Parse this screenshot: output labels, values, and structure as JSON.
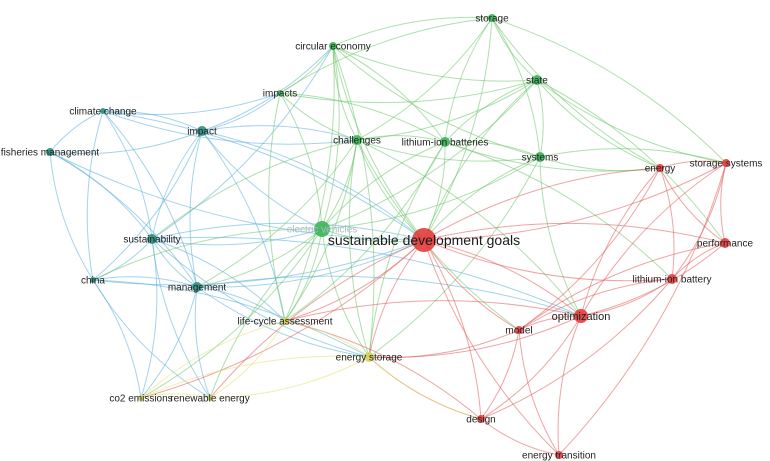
{
  "colors": {
    "blue": "#5aaedb",
    "blue_node": "#2a8f7f",
    "green": "#6cc46a",
    "green_node": "#3cb55a",
    "red": "#e35a5a",
    "red_node": "#e33c3c",
    "yellow": "#e3e06a",
    "yellow_node": "#d6d45a",
    "background": "#ffffff"
  },
  "nodes": [
    {
      "id": "climate-change",
      "label": "climate change",
      "cluster": "blue"
    },
    {
      "id": "impact",
      "label": "impact",
      "cluster": "blue"
    },
    {
      "id": "fisheries-management",
      "label": "fisheries management",
      "cluster": "blue"
    },
    {
      "id": "sustainability",
      "label": "sustainability",
      "cluster": "blue"
    },
    {
      "id": "china",
      "label": "china",
      "cluster": "blue"
    },
    {
      "id": "management",
      "label": "management",
      "cluster": "blue"
    },
    {
      "id": "storage",
      "label": "storage",
      "cluster": "green"
    },
    {
      "id": "circular-economy",
      "label": "circular economy",
      "cluster": "green"
    },
    {
      "id": "impacts",
      "label": "impacts",
      "cluster": "green"
    },
    {
      "id": "state",
      "label": "state",
      "cluster": "green"
    },
    {
      "id": "challenges",
      "label": "challenges",
      "cluster": "green"
    },
    {
      "id": "lithium-ion-batteries",
      "label": "lithium-ion batteries",
      "cluster": "green"
    },
    {
      "id": "systems",
      "label": "systems",
      "cluster": "green"
    },
    {
      "id": "electric-vehicles",
      "label": "electric vehicles",
      "cluster": "green"
    },
    {
      "id": "sustainable-development-goals",
      "label": "sustainable development goals",
      "cluster": "red"
    },
    {
      "id": "energy",
      "label": "energy",
      "cluster": "red"
    },
    {
      "id": "storage-systems",
      "label": "storage systems",
      "cluster": "red"
    },
    {
      "id": "performance",
      "label": "performance",
      "cluster": "red"
    },
    {
      "id": "lithium-ion-battery",
      "label": "lithium-ion battery",
      "cluster": "red"
    },
    {
      "id": "optimization",
      "label": "optimization",
      "cluster": "red"
    },
    {
      "id": "model",
      "label": "model",
      "cluster": "red"
    },
    {
      "id": "design",
      "label": "design",
      "cluster": "red"
    },
    {
      "id": "energy-transition",
      "label": "energy transition",
      "cluster": "red"
    },
    {
      "id": "life-cycle-assessment",
      "label": "life-cycle assessment",
      "cluster": "yellow"
    },
    {
      "id": "energy-storage",
      "label": "energy storage",
      "cluster": "yellow"
    },
    {
      "id": "co2-emissions",
      "label": "co2 emissions",
      "cluster": "yellow"
    },
    {
      "id": "renewable-energy",
      "label": "renewable energy",
      "cluster": "yellow"
    }
  ],
  "edges": [
    [
      "climate-change",
      "impact"
    ],
    [
      "climate-change",
      "fisheries-management"
    ],
    [
      "climate-change",
      "sustainability"
    ],
    [
      "climate-change",
      "china"
    ],
    [
      "climate-change",
      "management"
    ],
    [
      "climate-change",
      "impacts"
    ],
    [
      "climate-change",
      "sustainable-development-goals"
    ],
    [
      "climate-change",
      "challenges"
    ],
    [
      "impact",
      "fisheries-management"
    ],
    [
      "impact",
      "sustainability"
    ],
    [
      "impact",
      "china"
    ],
    [
      "impact",
      "management"
    ],
    [
      "impact",
      "sustainable-development-goals"
    ],
    [
      "impact",
      "impacts"
    ],
    [
      "impact",
      "challenges"
    ],
    [
      "impact",
      "circular-economy"
    ],
    [
      "impact",
      "life-cycle-assessment"
    ],
    [
      "impact",
      "electric-vehicles"
    ],
    [
      "fisheries-management",
      "sustainability"
    ],
    [
      "fisheries-management",
      "china"
    ],
    [
      "fisheries-management",
      "management"
    ],
    [
      "fisheries-management",
      "sustainable-development-goals"
    ],
    [
      "sustainability",
      "china"
    ],
    [
      "sustainability",
      "management"
    ],
    [
      "sustainability",
      "sustainable-development-goals"
    ],
    [
      "sustainability",
      "electric-vehicles"
    ],
    [
      "sustainability",
      "life-cycle-assessment"
    ],
    [
      "sustainability",
      "energy-storage"
    ],
    [
      "sustainability",
      "co2-emissions"
    ],
    [
      "sustainability",
      "renewable-energy"
    ],
    [
      "sustainability",
      "optimization"
    ],
    [
      "sustainability",
      "circular-economy"
    ],
    [
      "china",
      "management"
    ],
    [
      "china",
      "sustainable-development-goals"
    ],
    [
      "china",
      "co2-emissions"
    ],
    [
      "china",
      "renewable-energy"
    ],
    [
      "china",
      "energy-storage"
    ],
    [
      "management",
      "sustainable-development-goals"
    ],
    [
      "management",
      "life-cycle-assessment"
    ],
    [
      "management",
      "energy-storage"
    ],
    [
      "management",
      "optimization"
    ],
    [
      "management",
      "renewable-energy"
    ],
    [
      "management",
      "co2-emissions"
    ],
    [
      "storage",
      "state"
    ],
    [
      "storage",
      "challenges"
    ],
    [
      "storage",
      "lithium-ion-batteries"
    ],
    [
      "storage",
      "systems"
    ],
    [
      "storage",
      "circular-economy"
    ],
    [
      "storage",
      "sustainable-development-goals"
    ],
    [
      "storage",
      "energy"
    ],
    [
      "storage",
      "storage-systems"
    ],
    [
      "storage",
      "impacts"
    ],
    [
      "circular-economy",
      "impacts"
    ],
    [
      "circular-economy",
      "challenges"
    ],
    [
      "circular-economy",
      "lithium-ion-batteries"
    ],
    [
      "circular-economy",
      "state"
    ],
    [
      "circular-economy",
      "electric-vehicles"
    ],
    [
      "circular-economy",
      "sustainable-development-goals"
    ],
    [
      "circular-economy",
      "life-cycle-assessment"
    ],
    [
      "circular-economy",
      "systems"
    ],
    [
      "circular-economy",
      "energy-storage"
    ],
    [
      "impacts",
      "challenges"
    ],
    [
      "impacts",
      "electric-vehicles"
    ],
    [
      "impacts",
      "life-cycle-assessment"
    ],
    [
      "impacts",
      "lithium-ion-batteries"
    ],
    [
      "impacts",
      "state"
    ],
    [
      "state",
      "challenges"
    ],
    [
      "state",
      "lithium-ion-batteries"
    ],
    [
      "state",
      "systems"
    ],
    [
      "state",
      "sustainable-development-goals"
    ],
    [
      "state",
      "electric-vehicles"
    ],
    [
      "state",
      "energy"
    ],
    [
      "state",
      "performance"
    ],
    [
      "state",
      "storage-systems"
    ],
    [
      "challenges",
      "lithium-ion-batteries"
    ],
    [
      "challenges",
      "systems"
    ],
    [
      "challenges",
      "electric-vehicles"
    ],
    [
      "challenges",
      "sustainable-development-goals"
    ],
    [
      "challenges",
      "life-cycle-assessment"
    ],
    [
      "challenges",
      "energy-storage"
    ],
    [
      "challenges",
      "management"
    ],
    [
      "challenges",
      "sustainability"
    ],
    [
      "challenges",
      "optimization"
    ],
    [
      "challenges",
      "model"
    ],
    [
      "lithium-ion-batteries",
      "systems"
    ],
    [
      "lithium-ion-batteries",
      "electric-vehicles"
    ],
    [
      "lithium-ion-batteries",
      "sustainable-development-goals"
    ],
    [
      "lithium-ion-batteries",
      "energy-storage"
    ],
    [
      "lithium-ion-batteries",
      "life-cycle-assessment"
    ],
    [
      "lithium-ion-batteries",
      "energy"
    ],
    [
      "lithium-ion-batteries",
      "lithium-ion-battery"
    ],
    [
      "systems",
      "sustainable-development-goals"
    ],
    [
      "systems",
      "electric-vehicles"
    ],
    [
      "systems",
      "energy"
    ],
    [
      "systems",
      "storage-systems"
    ],
    [
      "systems",
      "optimization"
    ],
    [
      "systems",
      "energy-storage"
    ],
    [
      "electric-vehicles",
      "sustainable-development-goals"
    ],
    [
      "electric-vehicles",
      "life-cycle-assessment"
    ],
    [
      "electric-vehicles",
      "energy-storage"
    ],
    [
      "electric-vehicles",
      "co2-emissions"
    ],
    [
      "electric-vehicles",
      "renewable-energy"
    ],
    [
      "electric-vehicles",
      "management"
    ],
    [
      "electric-vehicles",
      "china"
    ],
    [
      "sustainable-development-goals",
      "energy"
    ],
    [
      "sustainable-development-goals",
      "storage-systems"
    ],
    [
      "sustainable-development-goals",
      "performance"
    ],
    [
      "sustainable-development-goals",
      "lithium-ion-battery"
    ],
    [
      "sustainable-development-goals",
      "optimization"
    ],
    [
      "sustainable-development-goals",
      "model"
    ],
    [
      "sustainable-development-goals",
      "design"
    ],
    [
      "sustainable-development-goals",
      "energy-transition"
    ],
    [
      "sustainable-development-goals",
      "life-cycle-assessment"
    ],
    [
      "sustainable-development-goals",
      "energy-storage"
    ],
    [
      "sustainable-development-goals",
      "co2-emissions"
    ],
    [
      "sustainable-development-goals",
      "renewable-energy"
    ],
    [
      "energy",
      "storage-systems"
    ],
    [
      "energy",
      "performance"
    ],
    [
      "energy",
      "lithium-ion-battery"
    ],
    [
      "energy",
      "optimization"
    ],
    [
      "energy",
      "model"
    ],
    [
      "storage-systems",
      "performance"
    ],
    [
      "storage-systems",
      "lithium-ion-battery"
    ],
    [
      "storage-systems",
      "optimization"
    ],
    [
      "storage-systems",
      "energy-transition"
    ],
    [
      "performance",
      "lithium-ion-battery"
    ],
    [
      "performance",
      "optimization"
    ],
    [
      "performance",
      "model"
    ],
    [
      "lithium-ion-battery",
      "optimization"
    ],
    [
      "lithium-ion-battery",
      "model"
    ],
    [
      "lithium-ion-battery",
      "design"
    ],
    [
      "optimization",
      "model"
    ],
    [
      "optimization",
      "design"
    ],
    [
      "optimization",
      "energy-transition"
    ],
    [
      "optimization",
      "energy-storage"
    ],
    [
      "optimization",
      "life-cycle-assessment"
    ],
    [
      "model",
      "design"
    ],
    [
      "model",
      "energy-transition"
    ],
    [
      "model",
      "energy-storage"
    ],
    [
      "design",
      "energy-transition"
    ],
    [
      "design",
      "energy-storage"
    ],
    [
      "design",
      "life-cycle-assessment"
    ],
    [
      "life-cycle-assessment",
      "energy-storage"
    ],
    [
      "life-cycle-assessment",
      "co2-emissions"
    ],
    [
      "life-cycle-assessment",
      "renewable-energy"
    ],
    [
      "energy-storage",
      "co2-emissions"
    ],
    [
      "energy-storage",
      "renewable-energy"
    ],
    [
      "energy-storage",
      "design"
    ],
    [
      "co2-emissions",
      "renewable-energy"
    ]
  ]
}
